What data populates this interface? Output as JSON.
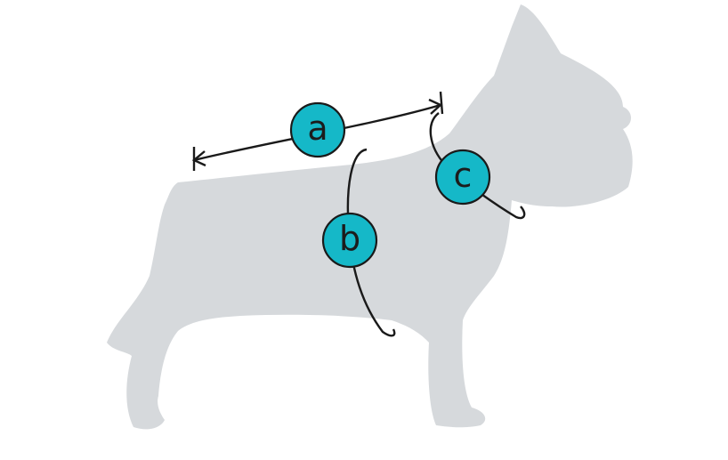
{
  "colors": {
    "silhouette": "#d6d9dc",
    "badge_fill": "#15b8c8",
    "badge_stroke": "#1a1a1a",
    "line": "#1a1a1a",
    "background": "#ffffff"
  },
  "markers": {
    "a": {
      "label": "a"
    },
    "b": {
      "label": "b"
    },
    "c": {
      "label": "c"
    }
  }
}
